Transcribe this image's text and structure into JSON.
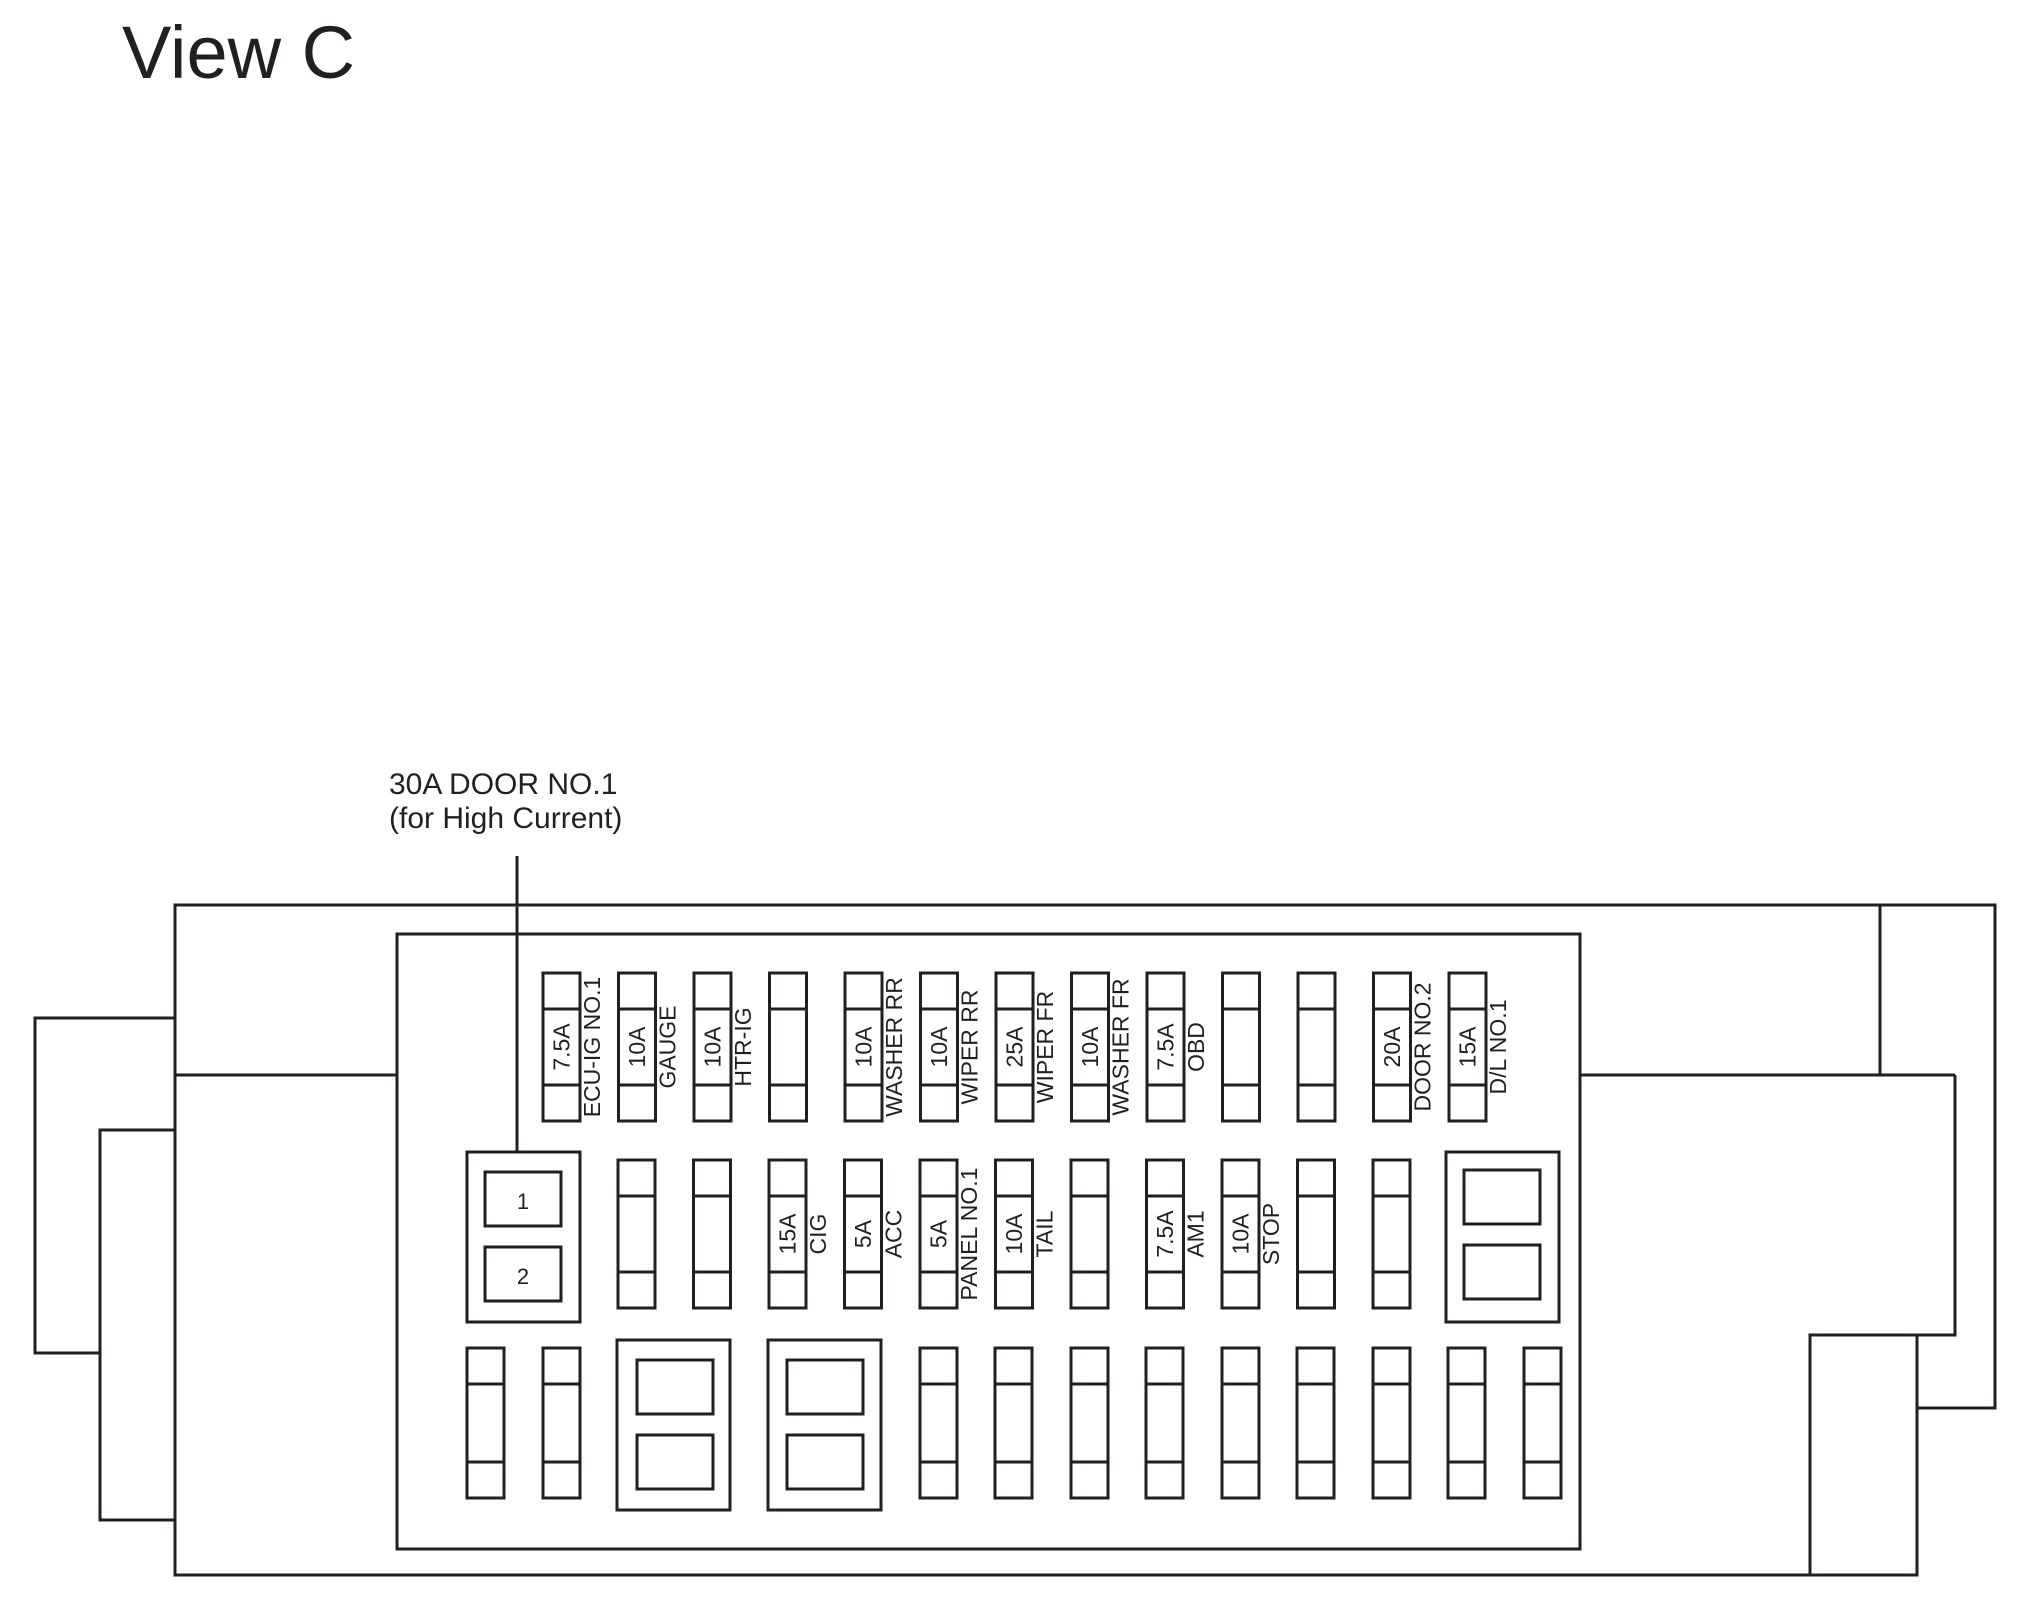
{
  "title": "View C",
  "callout": {
    "line1": "30A DOOR NO.1",
    "line2": "(for High Current)"
  },
  "relay_block_labels": [
    "1",
    "2"
  ],
  "top_row": [
    {
      "rating": "7.5A",
      "name": "ECU-IG NO.1"
    },
    {
      "rating": "10A",
      "name": "GAUGE"
    },
    {
      "rating": "10A",
      "name": "HTR-IG"
    },
    {
      "rating": "",
      "name": ""
    },
    {
      "rating": "10A",
      "name": "WASHER RR"
    },
    {
      "rating": "10A",
      "name": "WIPER RR"
    },
    {
      "rating": "25A",
      "name": "WIPER FR"
    },
    {
      "rating": "10A",
      "name": "WASHER FR"
    },
    {
      "rating": "7.5A",
      "name": "OBD"
    },
    {
      "rating": "",
      "name": ""
    },
    {
      "rating": "",
      "name": ""
    },
    {
      "rating": "20A",
      "name": "DOOR NO.2"
    },
    {
      "rating": "15A",
      "name": "D/L NO.1"
    }
  ],
  "middle_row": [
    {
      "rating": "",
      "name": ""
    },
    {
      "rating": "",
      "name": ""
    },
    {
      "rating": "15A",
      "name": "CIG"
    },
    {
      "rating": "5A",
      "name": "ACC"
    },
    {
      "rating": "5A",
      "name": "PANEL NO.1"
    },
    {
      "rating": "10A",
      "name": "TAIL"
    },
    {
      "rating": "",
      "name": ""
    },
    {
      "rating": "7.5A",
      "name": "AM1"
    },
    {
      "rating": "10A",
      "name": "STOP"
    },
    {
      "rating": "",
      "name": ""
    },
    {
      "rating": "",
      "name": ""
    }
  ]
}
